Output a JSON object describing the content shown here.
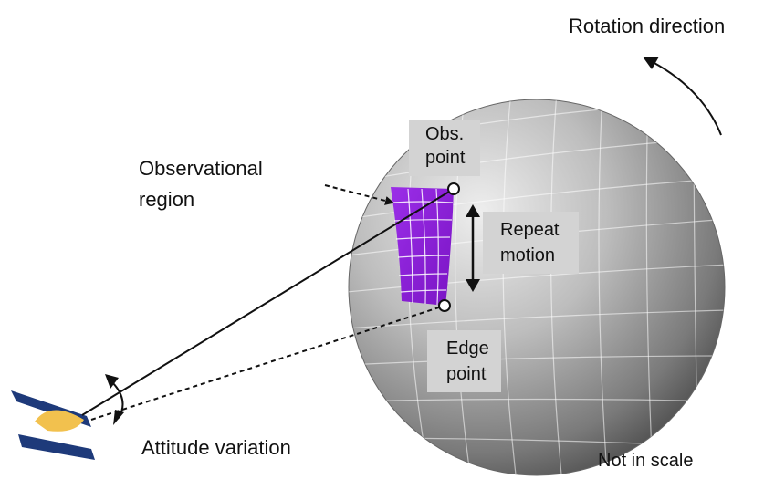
{
  "labels": {
    "rotation_direction": "Rotation direction",
    "observational_region_line1": "Observational",
    "observational_region_line2": "region",
    "obs_point_line1": "Obs.",
    "obs_point_line2": "point",
    "repeat_motion_line1": "Repeat",
    "repeat_motion_line2": "motion",
    "edge_point_line1": "Edge",
    "edge_point_line2": "point",
    "attitude_variation": "Attitude variation",
    "not_in_scale": "Not in scale"
  },
  "icons": {
    "planet": "shaded-sphere-with-grid",
    "spacecraft": "satellite-icon",
    "rotation": "curved-arrow-icon",
    "repeat": "double-arrow-icon",
    "attitude": "curved-double-arrow-icon"
  },
  "colors": {
    "sphere_light": "#e6e6e6",
    "sphere_dark": "#5a5a5a",
    "region_purple": "#8a1fd6",
    "label_box": "#d3d3d3",
    "spacecraft_blue": "#1e3a7a",
    "spacecraft_sensor": "#f2c14e"
  }
}
